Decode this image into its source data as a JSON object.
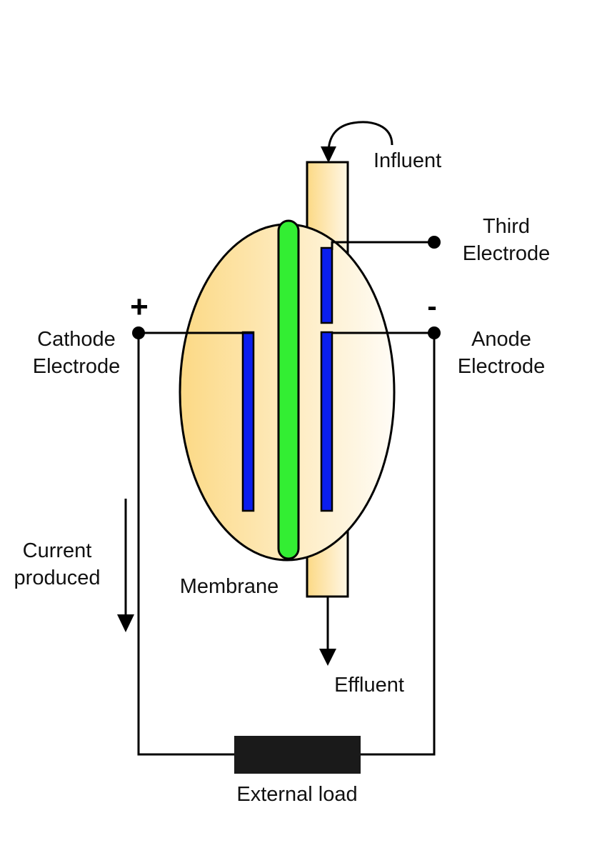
{
  "labels": {
    "influent": "Influent",
    "third_electrode_line1": "Third",
    "third_electrode_line2": "Electrode",
    "cathode_line1": "Cathode",
    "cathode_line2": "Electrode",
    "anode_line1": "Anode",
    "anode_line2": "Electrode",
    "plus_sign": "+",
    "minus_sign": "-",
    "current_line1": "Current",
    "current_line2": "produced",
    "membrane": "Membrane",
    "effluent": "Effluent",
    "external_load": "External load"
  },
  "colors": {
    "chamber_fill_dark": "#fcd985",
    "chamber_fill_light": "#fffcf6",
    "membrane": "#33ee33",
    "electrode": "#0a1eee",
    "load": "#1a1a1a",
    "wire": "#000000"
  }
}
